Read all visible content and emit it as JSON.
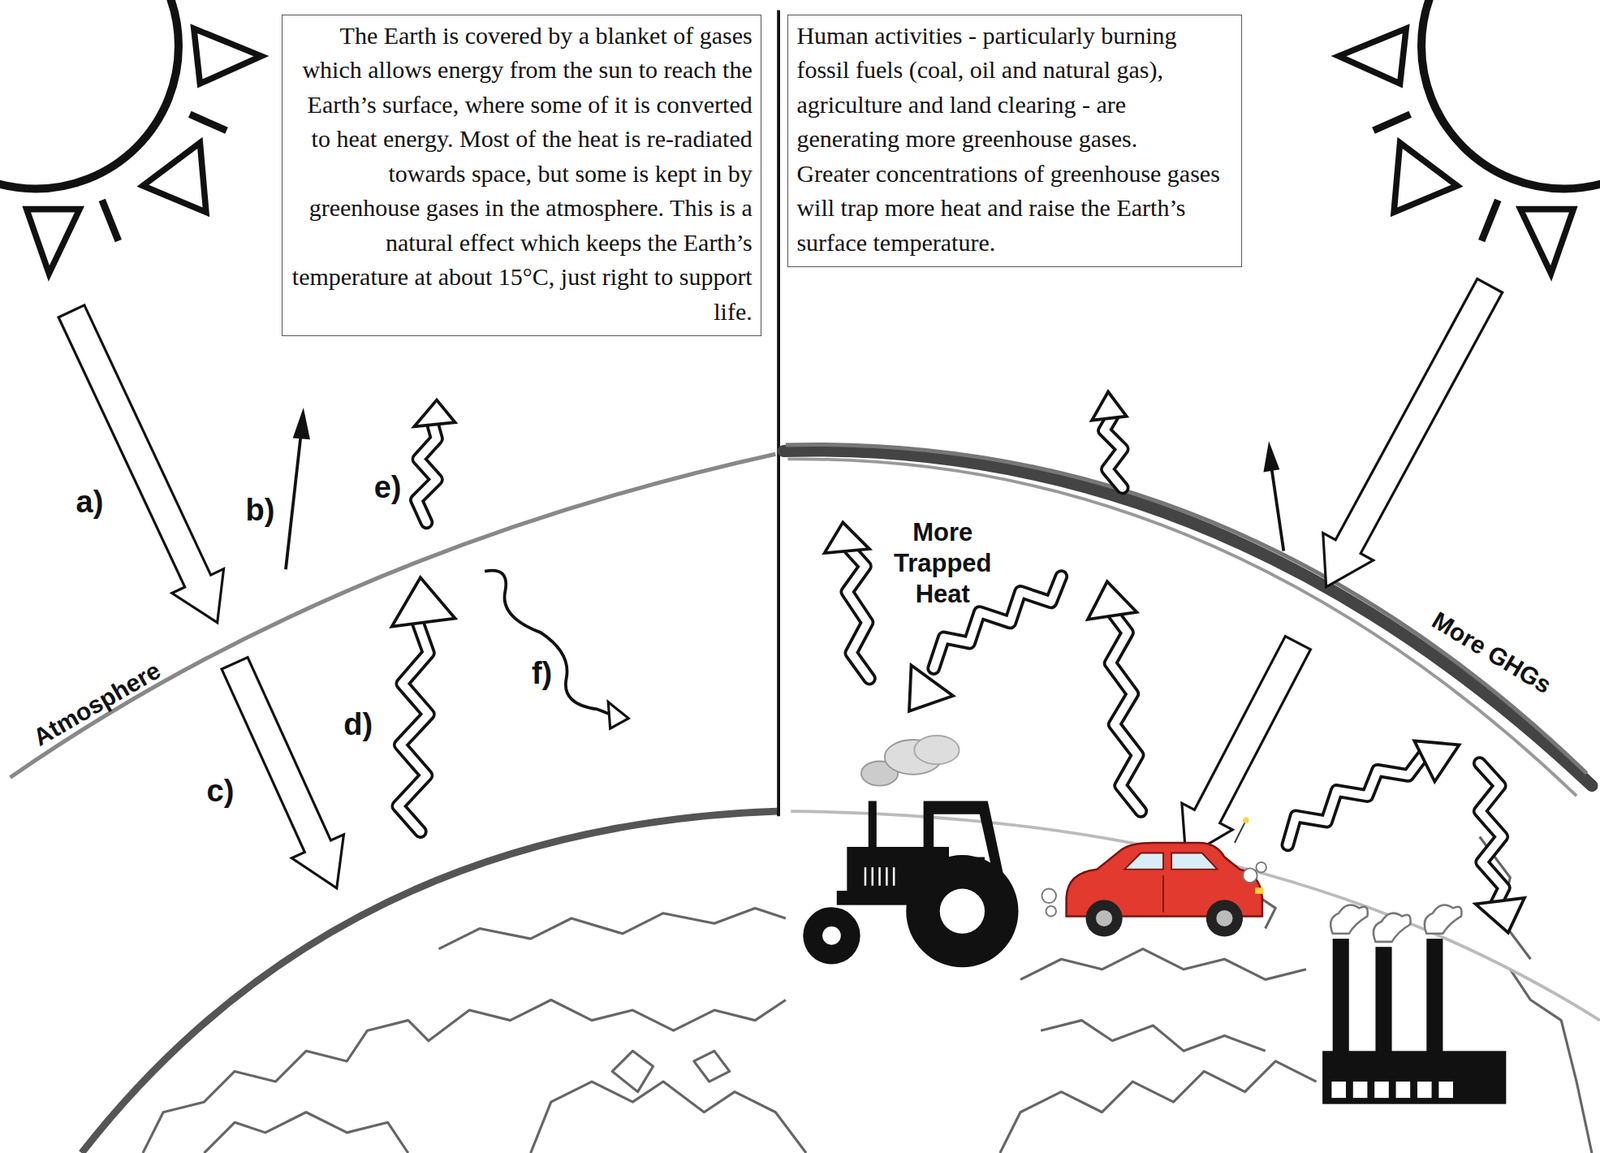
{
  "diagram": {
    "nodes": [
      {
        "text": [
          "The Earth is covered by a blanket of gases which allows energy from the sun to reach the Earth’s surface, where some of it is converted to heat energy. Most of the heat is re-radiated towards space, but some is kept in by greenhouse gases in the atmosphere. This is a natural effect which keeps the Earth’s temperature at about 15°C, just right to support life."
        ]
      },
      {
        "text": [
          "Human activities - particularly burning fossil fuels (coal, oil and natural gas), agriculture and land clearing - are generating more greenhouse gases.",
          "Greater concentrations of greenhouse gases will trap more heat and raise the Earth’s surface temperature."
        ]
      }
    ],
    "labels": [
      "a)",
      "b)",
      "e)",
      "d)",
      "c)",
      "f)",
      "Atmosphere",
      "More Trapped Heat",
      "More GHGs"
    ]
  }
}
